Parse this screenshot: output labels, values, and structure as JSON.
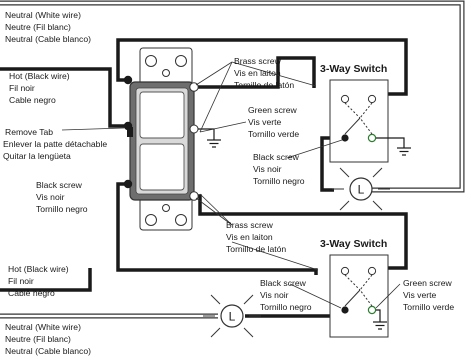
{
  "labels": {
    "neutral_top": [
      "Neutral (White wire)",
      "Neutre (Fil blanc)",
      "Neutral (Cable blanco)"
    ],
    "hot_top": [
      "Hot (Black wire)",
      "Fil noir",
      "Cable negro"
    ],
    "remove_tab": [
      "Remove Tab",
      "Enlever la patte détachable",
      "Quitar la lengüeta"
    ],
    "black_screw_left": [
      "Black screw",
      "Vis noir",
      "Tornillo negro"
    ],
    "hot_bottom": [
      "Hot (Black wire)",
      "Fil noir",
      "Cable negro"
    ],
    "neutral_bottom": [
      "Neutral (White wire)",
      "Neutre (Fil blanc)",
      "Neutral (Cable blanco)"
    ],
    "brass_screw_top": [
      "Brass screw",
      "Vis en laiton",
      "Tornillo de latón"
    ],
    "green_screw_mid": [
      "Green screw",
      "Vis verte",
      "Tornillo verde"
    ],
    "black_screw_mid": [
      "Black screw",
      "Vis noir",
      "Tornillo negro"
    ],
    "brass_screw_bottom": [
      "Brass screw",
      "Vis en laiton",
      "Tornillo de latón"
    ],
    "black_screw_bottom": [
      "Black screw",
      "Vis noir",
      "Tornillo negro"
    ],
    "green_screw_bottom": [
      "Green screw",
      "Vis verte",
      "Tornillo verde"
    ]
  },
  "switch_top_title": "3-Way Switch",
  "switch_bottom_title": "3-Way Switch",
  "lamp_letter": "L",
  "colors": {
    "wire_hot": "#1a1a1a",
    "wire_neutral": "#ffffff",
    "outline": "#333333",
    "screw_green": "#2e7d32",
    "screw_brass": "#b8860b"
  },
  "icons": [
    "lamp-icon",
    "ground-icon",
    "screw-icon",
    "switch-contact-icon"
  ]
}
